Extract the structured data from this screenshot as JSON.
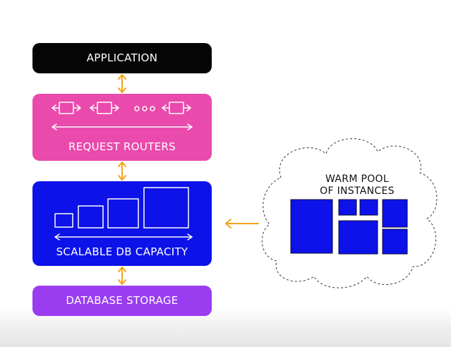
{
  "blocks": {
    "application": "APPLICATION",
    "request_routers": "REQUEST ROUTERS",
    "scalable_capacity": "SCALABLE DB CAPACITY",
    "database_storage": "DATABASE STORAGE"
  },
  "warm_pool": {
    "title_line1": "WARM POOL",
    "title_line2": "OF INSTANCES"
  },
  "colors": {
    "application": "#050505",
    "request_routers": "#e94aab",
    "scalable_capacity": "#0c12e8",
    "database_storage": "#9a3cf0",
    "connector_arrows": "#f2a31b",
    "instances": "#0c12e8"
  }
}
